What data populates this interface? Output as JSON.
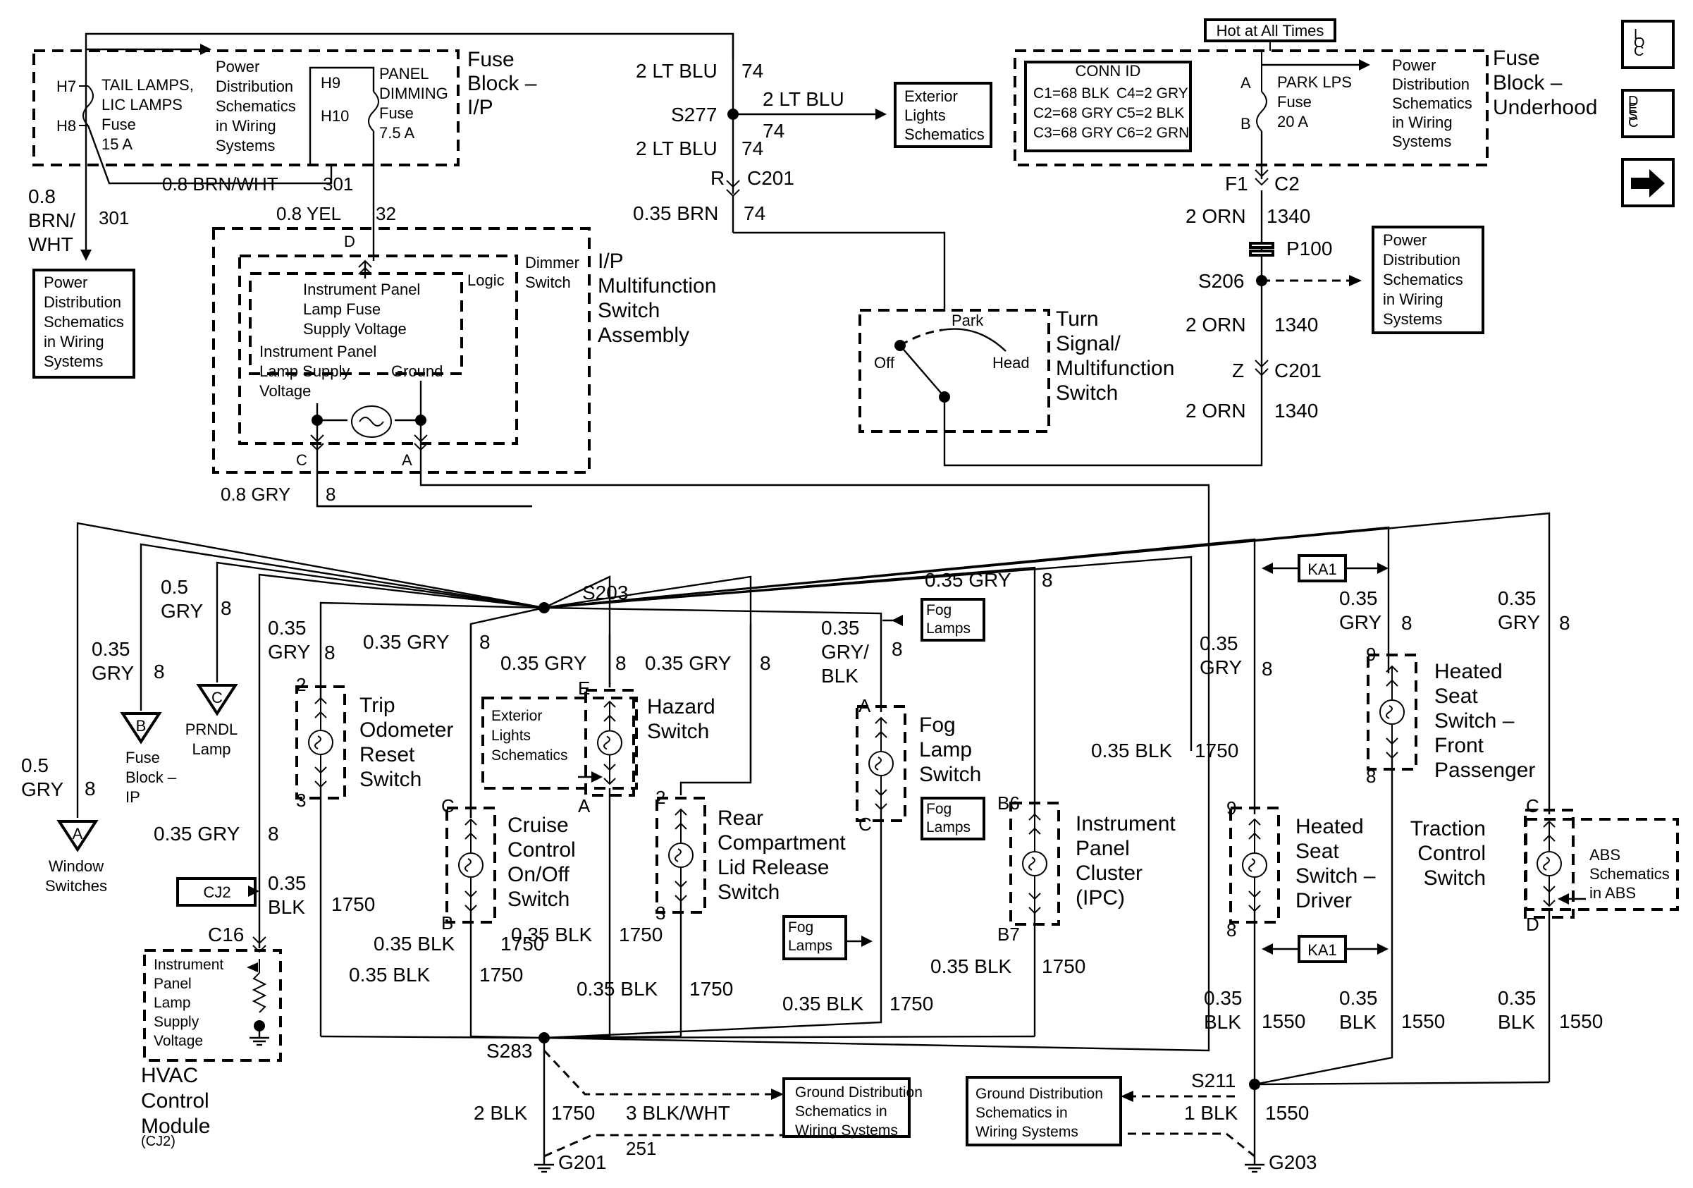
{
  "labels": {
    "fuse_block_ip": [
      "Fuse",
      "Block –",
      "I/P"
    ],
    "fuse_block_uh": [
      "Fuse",
      "Block –",
      "Underhood"
    ],
    "hot_at_all_times": "Hot at All Times",
    "pd_top_left": [
      "Power",
      "Distribution",
      "Schematics",
      "in Wiring",
      "Systems"
    ],
    "pd_top_right": [
      "Power",
      "Distribution",
      "Schematics",
      "in Wiring",
      "Systems"
    ],
    "pd_left": [
      "Power",
      "Distribution",
      "Schematics",
      "in Wiring",
      "Systems"
    ],
    "pd_right": [
      "Power",
      "Distribution",
      "Schematics",
      "in Wiring",
      "Systems"
    ],
    "tail_fuse": [
      "TAIL LAMPS,",
      "LIC LAMPS",
      "Fuse",
      "15 A"
    ],
    "h7": "H7",
    "h8": "H8",
    "h9": "H9",
    "h10": "H10",
    "panel_fuse": [
      "PANEL",
      "DIMMING",
      "Fuse",
      "7.5 A"
    ],
    "park_fuse": [
      "PARK LPS",
      "Fuse",
      "20 A"
    ],
    "fuse_a": "A",
    "fuse_b": "B",
    "conn_id_title": "CONN ID",
    "conn_ids": [
      "C1=68 BLK",
      "C4=2 GRY",
      "C2=68 GRY",
      "C5=2 BLK",
      "C3=68 GRY",
      "C6=2 GRN"
    ],
    "w_301_a": "0.8 BRN/WHT",
    "w_301_a_num": "301",
    "w_301_b": [
      "0.8",
      "BRN/",
      "WHT"
    ],
    "w_301_b_num": "301",
    "w_32": "0.8 YEL",
    "w_32_num": "32",
    "mf_switch": [
      "I/P",
      "Multifunction",
      "Switch",
      "Assembly"
    ],
    "dimmer_switch": [
      "Dimmer",
      "Switch"
    ],
    "logic": "Logic",
    "ip_fuse_supply": [
      "Instrument Panel",
      "Lamp Fuse",
      "Supply Voltage"
    ],
    "ip_lamp_supply": [
      "Instrument Panel",
      "Lamp Supply",
      "Voltage"
    ],
    "ground": "Ground",
    "pin_d": "D",
    "pin_c": "C",
    "pin_a": "A",
    "w_gry8_top": "0.8 GRY",
    "w_gry8_top_num": "8",
    "lt_blu_1": "2 LT BLU",
    "lt_blu_1_num": "74",
    "s277": "S277",
    "lt_blu_2": "2 LT BLU",
    "lt_blu_2_num": "74",
    "lt_blu_3": "2 LT BLU",
    "lt_blu_3_num": "74",
    "c201_r": "R",
    "c201_label": "C201",
    "brn_74": "0.35 BRN",
    "brn_74_num": "74",
    "exterior_lights": [
      "Exterior",
      "Lights",
      "Schematics"
    ],
    "park": "Park",
    "off": "Off",
    "head": "Head",
    "turn_switch": [
      "Turn",
      "Signal/",
      "Multifunction",
      "Switch"
    ],
    "f1": "F1",
    "c2": "C2",
    "orn_1": "2 ORN",
    "orn_1_num": "1340",
    "p100": "P100",
    "s206": "S206",
    "orn_2": "2 ORN",
    "orn_2_num": "1340",
    "z": "Z",
    "c201_z": "C201",
    "orn_3": "2 ORN",
    "orn_3_num": "1340",
    "loc": [
      "L",
      "O",
      "C"
    ],
    "desc": [
      "D",
      "E",
      "S",
      "C"
    ],
    "s203": "S203",
    "w_window": [
      "0.5",
      "GRY"
    ],
    "w_window_num": "8",
    "window_switches": [
      "Window",
      "Switches"
    ],
    "tri_a": "A",
    "w_fuseblk": [
      "0.35",
      "GRY"
    ],
    "w_fuseblk_num": "8",
    "tri_b": "B",
    "fuse_block_ip_small": [
      "Fuse",
      "Block –",
      "IP"
    ],
    "w_prndl": [
      "0.5",
      "GRY"
    ],
    "w_prndl_num": "8",
    "tri_c": "C",
    "prndl": [
      "PRNDL",
      "Lamp"
    ],
    "w_hvac": "0.35 GRY",
    "w_hvac_num": "8",
    "cj2_arrow": "CJ2",
    "w_hvac_blk": [
      "0.35",
      "BLK"
    ],
    "w_hvac_blk_num": "1750",
    "c16": "C16",
    "hvac_inner": [
      "Instrument",
      "Panel",
      "Lamp",
      "Supply",
      "Voltage"
    ],
    "hvac_module": [
      "HVAC",
      "Control",
      "Module"
    ],
    "hvac_sub": "(CJ2)",
    "w_trip": [
      "0.35",
      "GRY"
    ],
    "w_trip_num": "8",
    "trip_pin_top": "2",
    "trip_pin_bot": "3",
    "trip_switch": [
      "Trip",
      "Odometer",
      "Reset",
      "Switch"
    ],
    "w_cruise": "0.35 GRY",
    "w_cruise_num": "8",
    "cruise_pin_top": "C",
    "cruise_pin_bot": "B",
    "cruise_switch": [
      "Cruise",
      "Control",
      "On/Off",
      "Switch"
    ],
    "w_hazard": "0.35 GRY",
    "w_hazard_num": "8",
    "hazard_pin_top": "E",
    "hazard_pin_bot": "A",
    "hazard_switch": [
      "Hazard",
      "Switch"
    ],
    "hazard_ext": [
      "Exterior",
      "Lights",
      "Schematics"
    ],
    "w_rear": "0.35 GRY",
    "w_rear_num": "8",
    "rear_pin_top": "2",
    "rear_pin_bot": "3",
    "rear_switch": [
      "Rear",
      "Compartment",
      "Lid Release",
      "Switch"
    ],
    "w_fog": [
      "0.35",
      "GRY/",
      "BLK"
    ],
    "w_fog_num": "8",
    "fog_lamps_1": [
      "Fog",
      "Lamps"
    ],
    "fog_pin_top": "A",
    "fog_pin_bot": "C",
    "fog_switch": [
      "Fog",
      "Lamp",
      "Switch"
    ],
    "fog_lamps_2": [
      "Fog",
      "Lamps"
    ],
    "fog_lamps_3": [
      "Fog",
      "Lamps"
    ],
    "w_ipc": "0.35 GRY",
    "w_ipc_num": "8",
    "ipc_pin_top": "B6",
    "ipc_pin_bot": "B7",
    "ipc": [
      "Instrument",
      "Panel",
      "Cluster",
      "(IPC)"
    ],
    "w_mid_blk": "0.35 BLK",
    "w_mid_blk_num": "1750",
    "w_seat_drv": [
      "0.35",
      "GRY"
    ],
    "w_seat_drv_num": "8",
    "ka1_top": "KA1",
    "ka1_bot": "KA1",
    "w_seat_pass": [
      "0.35",
      "GRY"
    ],
    "w_seat_pass_num": "8",
    "pass_pin_top": "9",
    "pass_pin_bot": "8",
    "seat_pass": [
      "Heated",
      "Seat",
      "Switch –",
      "Front",
      "Passenger"
    ],
    "w_tcs": [
      "0.35",
      "GRY"
    ],
    "w_tcs_num": "8",
    "drv_pin_top": "9",
    "drv_pin_bot": "8",
    "seat_drv": [
      "Heated",
      "Seat",
      "Switch –",
      "Driver"
    ],
    "tcs_pin_top": "C",
    "tcs_pin_bot": "D",
    "tcs": [
      "Traction",
      "Control",
      "Switch"
    ],
    "abs": [
      "ABS",
      "Schematics",
      "in ABS"
    ],
    "b_trip": "0.35 BLK",
    "b_trip_num": "1750",
    "b_cruise": "0.35 BLK",
    "b_cruise_num": "1750",
    "b_hazard": "0.35 BLK",
    "b_hazard_num": "1750",
    "b_rear": "0.35 BLK",
    "b_rear_num": "1750",
    "b_fog": "0.35 BLK",
    "b_fog_num": "1750",
    "b_ipc": "0.35 BLK",
    "b_ipc_num": "1750",
    "s283": "S283",
    "gd_left": [
      "Ground Distribution",
      "Schematics in",
      "Wiring Systems"
    ],
    "gd_right": [
      "Ground Distribution",
      "Schematics in",
      "Wiring Systems"
    ],
    "blk_2": "2 BLK",
    "blk_2_num": "1750",
    "blk_wht": "3 BLK/WHT",
    "blk_wht_num": "251",
    "g201": "G201",
    "b_drv": [
      "0.35",
      "BLK"
    ],
    "b_drv_num": "1550",
    "b_pass": [
      "0.35",
      "BLK"
    ],
    "b_pass_num": "1550",
    "b_tcs": [
      "0.35",
      "BLK"
    ],
    "b_tcs_num": "1550",
    "s211": "S211",
    "blk_1": "1 BLK",
    "blk_1_num": "1550",
    "g203": "G203"
  }
}
